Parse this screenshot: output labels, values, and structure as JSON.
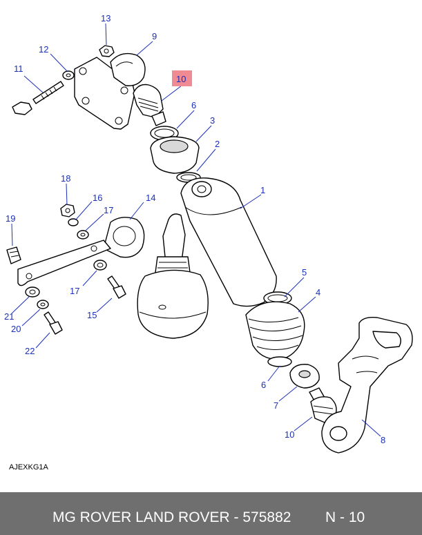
{
  "diagram_code": "AJEXKG1A",
  "footer": {
    "title": "MG ROVER LAND ROVER - 575882",
    "ref": "N - 10"
  },
  "colors": {
    "callout_text": "#1a2fb8",
    "highlight_box": "#f08a93",
    "footer_bg": "#6f6f6f"
  },
  "callouts": {
    "c1": "1",
    "c2": "2",
    "c3": "3",
    "c4": "4",
    "c5": "5",
    "c6a": "6",
    "c6b": "6",
    "c7": "7",
    "c8": "8",
    "c9": "9",
    "c10a": "10",
    "c10b": "10",
    "c11": "11",
    "c12": "12",
    "c13": "13",
    "c14": "14",
    "c15": "15",
    "c16": "16",
    "c17a": "17",
    "c17b": "17",
    "c18": "18",
    "c19": "19",
    "c20": "20",
    "c21": "21",
    "c22": "22"
  }
}
